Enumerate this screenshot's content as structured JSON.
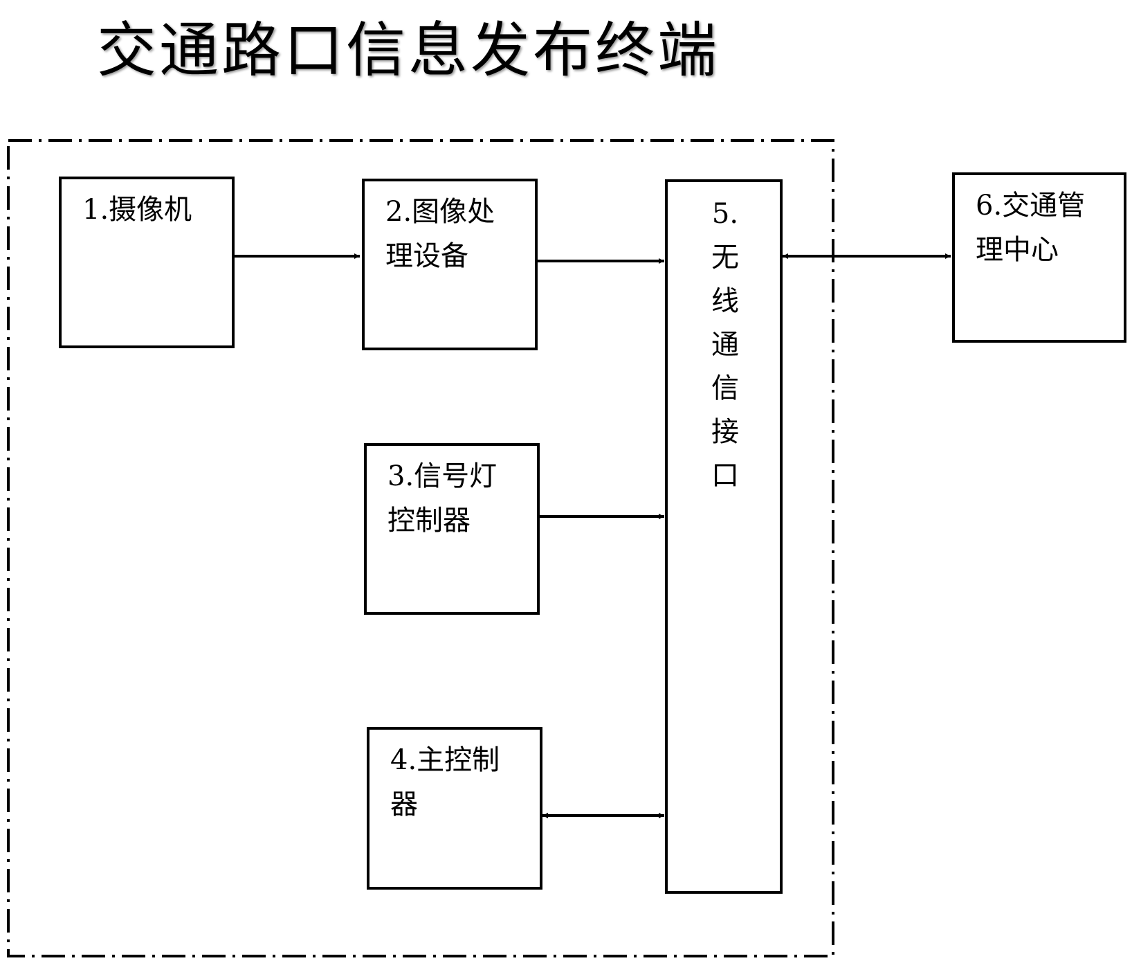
{
  "title": "交通路口信息发布终端",
  "terminal": {
    "boxes": {
      "camera": {
        "line1": "1.摄像机"
      },
      "image_processing": {
        "line1": "2.图像处理设备"
      },
      "signal_controller": {
        "line1": "3.信号灯控制器"
      },
      "main_controller": {
        "line1": "4.主控制器"
      },
      "wireless_interface": {
        "chars": [
          "5.",
          "无",
          "线",
          "通",
          "信",
          "接",
          "口"
        ]
      }
    }
  },
  "external": {
    "traffic_center": {
      "line1": "6.交通管理中心"
    }
  },
  "connections": [
    {
      "from": "1.摄像机",
      "to": "2.图像处理设备",
      "direction": "one-way"
    },
    {
      "from": "2.图像处理设备",
      "to": "5.无线通信接口",
      "direction": "one-way"
    },
    {
      "from": "3.信号灯控制器",
      "to": "5.无线通信接口",
      "direction": "one-way"
    },
    {
      "from": "4.主控制器",
      "to": "5.无线通信接口",
      "direction": "two-way"
    },
    {
      "from": "5.无线通信接口",
      "to": "6.交通管理中心",
      "direction": "two-way"
    }
  ]
}
